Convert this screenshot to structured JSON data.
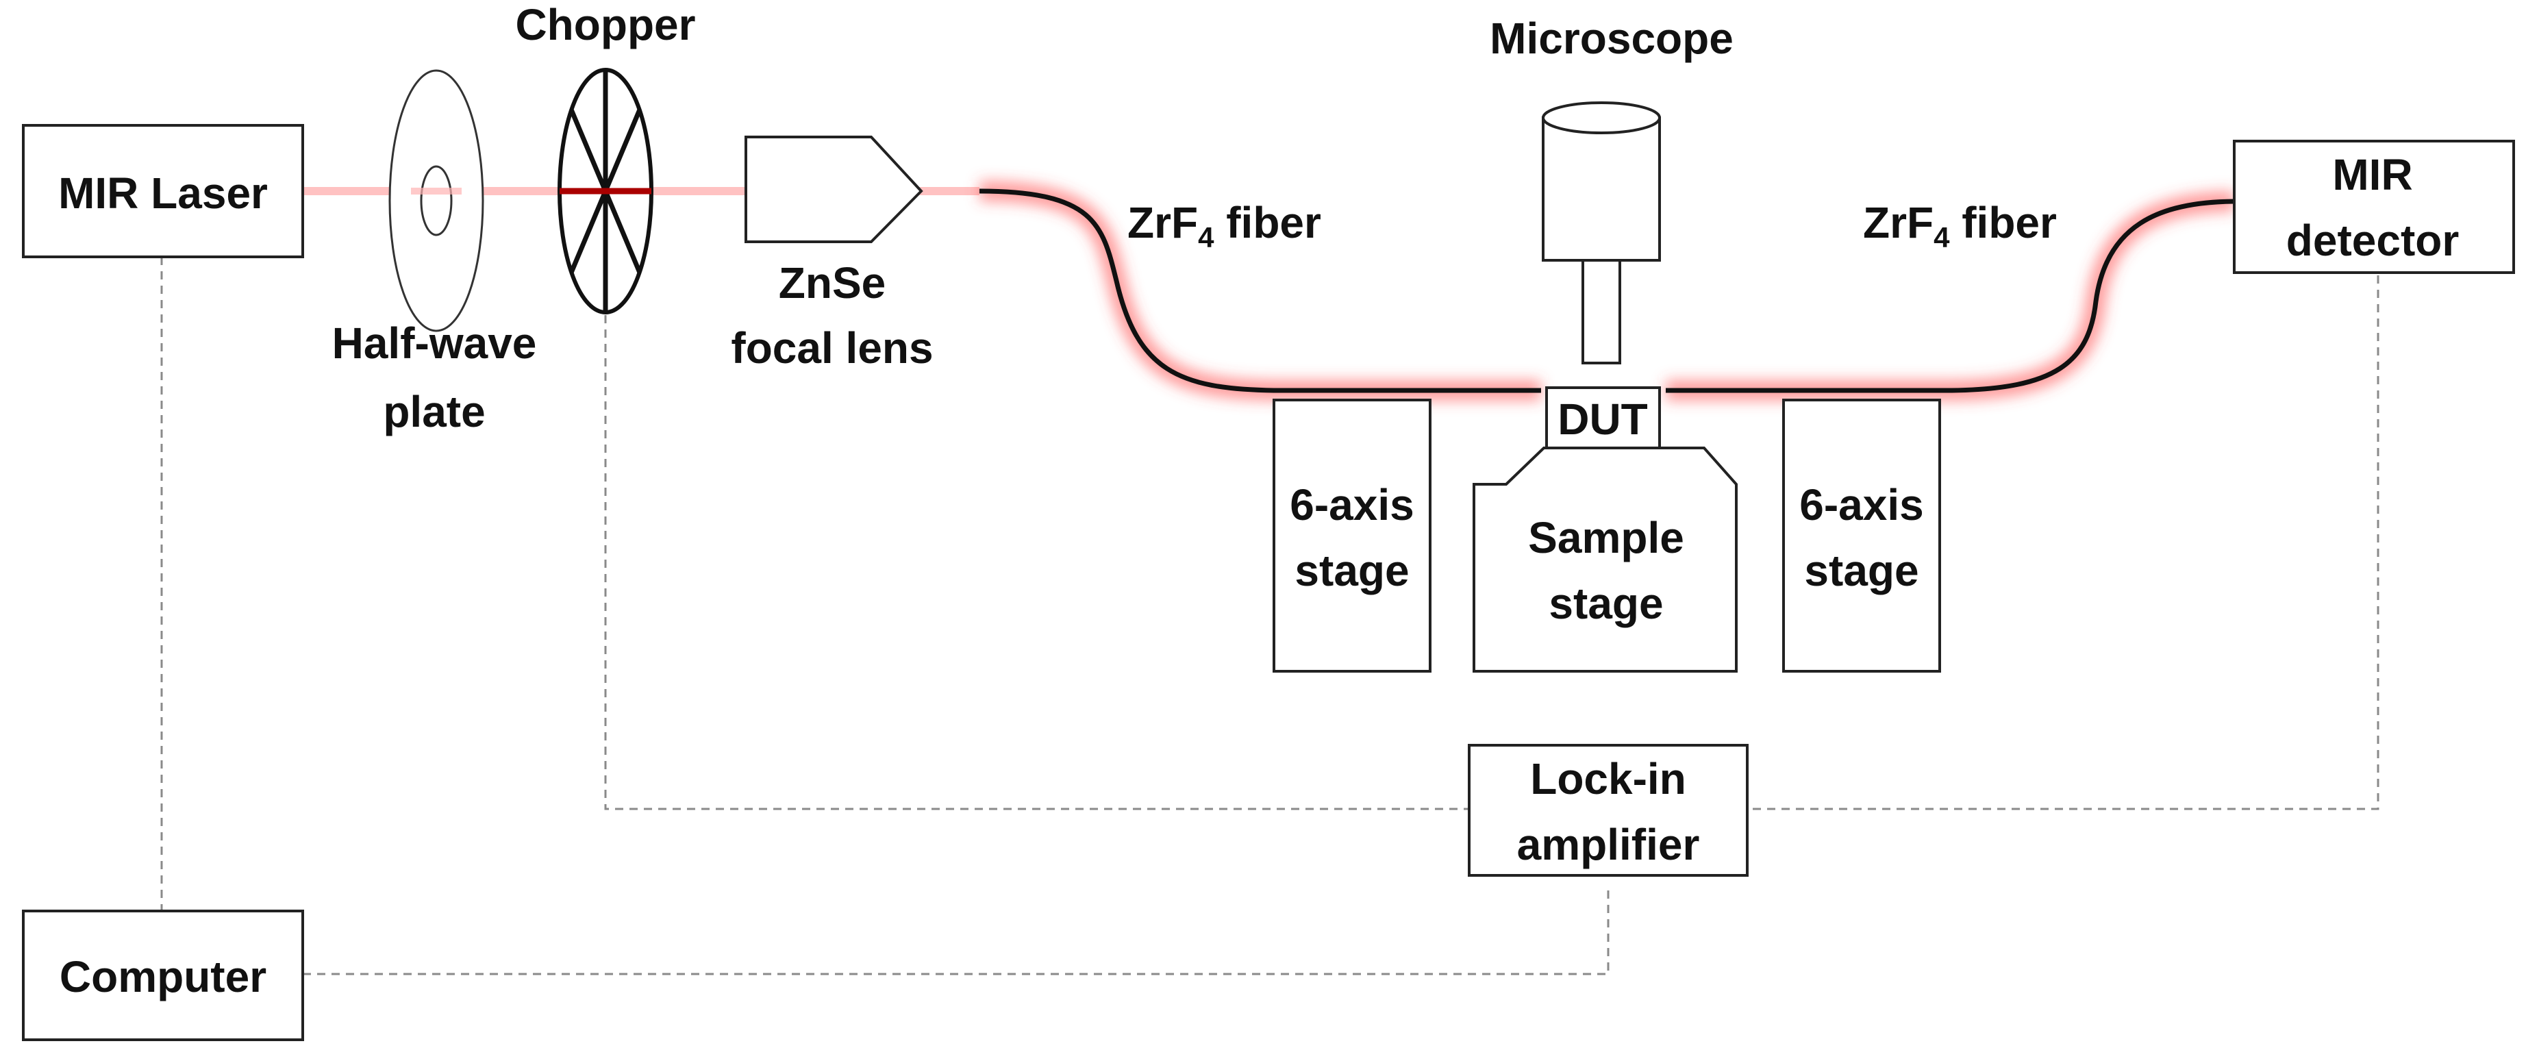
{
  "labels": {
    "mir_laser": "MIR Laser",
    "computer": "Computer",
    "half_wave_plate_1": "Half-wave",
    "half_wave_plate_2": "plate",
    "chopper": "Chopper",
    "znse_lens_1": "ZnSe",
    "znse_lens_2": "focal lens",
    "fiber_left_main": "ZrF",
    "fiber_left_sub": "4",
    "fiber_left_tail": " fiber",
    "fiber_right_main": "ZrF",
    "fiber_right_sub": "4",
    "fiber_right_tail": " fiber",
    "microscope": "Microscope",
    "dut": "DUT",
    "stage_left_1": "6-axis",
    "stage_left_2": "stage",
    "sample_stage_1": "Sample",
    "sample_stage_2": "stage",
    "stage_right_1": "6-axis",
    "stage_right_2": "stage",
    "mir_detector_1": "MIR",
    "mir_detector_2": "detector",
    "lockin_1": "Lock-in",
    "lockin_2": "amplifier"
  },
  "colors": {
    "laser_glow": "#ff4d4d",
    "beam_core": "#cc0000",
    "line": "#222222",
    "signal_dash": "#8a8a8a"
  }
}
